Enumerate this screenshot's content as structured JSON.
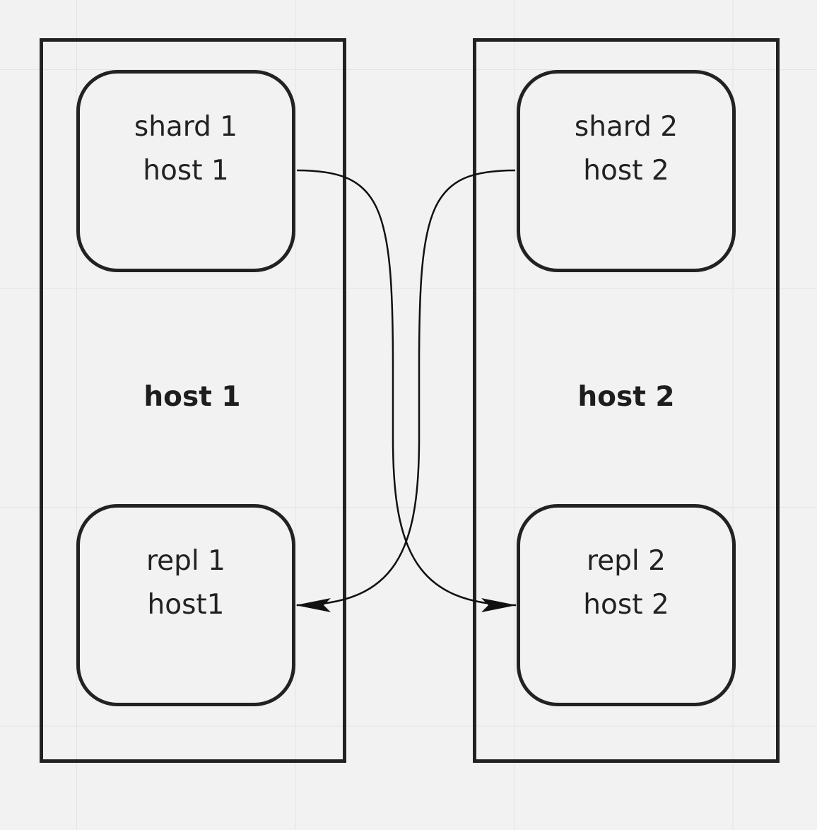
{
  "hosts": [
    {
      "label": "host 1",
      "primary": {
        "line1": "shard 1",
        "line2": "host 1"
      },
      "replica": {
        "line1": "repl 1",
        "line2": "host1"
      }
    },
    {
      "label": "host 2",
      "primary": {
        "line1": "shard 2",
        "line2": "host 2"
      },
      "replica": {
        "line1": "repl 2",
        "line2": "host 2"
      }
    }
  ],
  "connections": [
    {
      "from": "shard 1",
      "to": "repl 2"
    },
    {
      "from": "shard 2",
      "to": "repl 1"
    }
  ],
  "colors": {
    "background": "#f2f2f2",
    "grid": "#e4e4e4",
    "stroke": "#222222"
  }
}
